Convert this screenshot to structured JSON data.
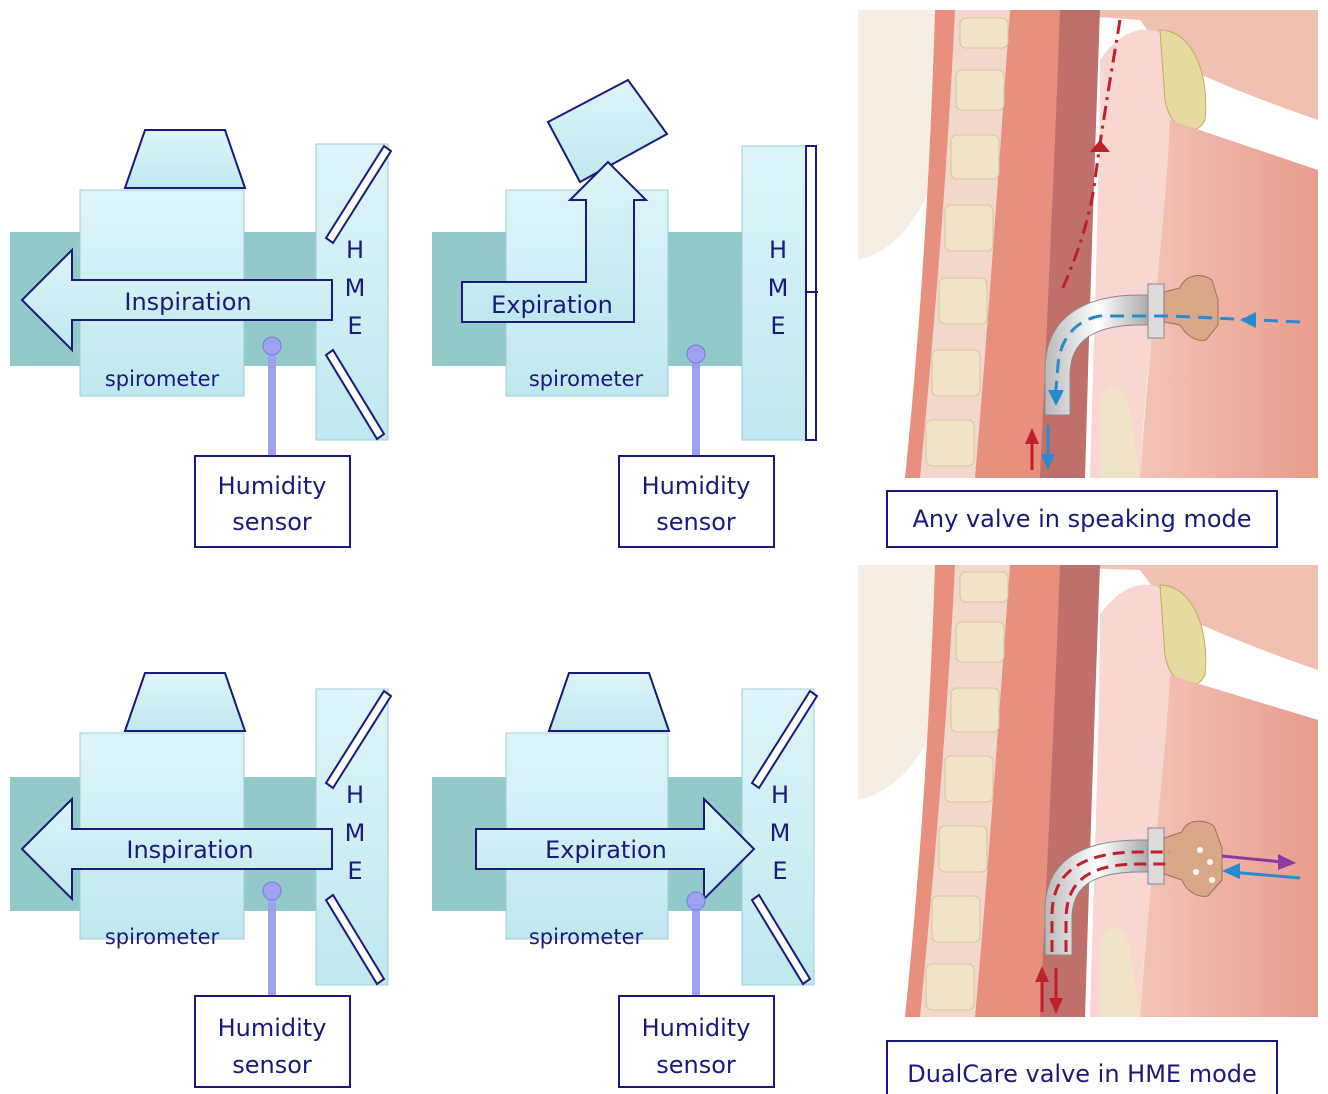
{
  "labels": {
    "spirometer": "spirometer",
    "hme_h": "H",
    "hme_m": "M",
    "hme_e": "E",
    "humidity_line1": "Humidity",
    "humidity_line2": "sensor",
    "inspiration": "Inspiration",
    "expiration": "Expiration"
  },
  "panels": {
    "top_left": {
      "arrow_label": "Inspiration",
      "valve": "open"
    },
    "top_middle": {
      "arrow_label": "Expiration",
      "valve": "closed"
    },
    "bottom_left": {
      "arrow_label": "Inspiration",
      "valve": "open"
    },
    "bottom_middle": {
      "arrow_label": "Expiration",
      "valve": "open"
    }
  },
  "captions": {
    "top": "Any valve in speaking mode",
    "bottom": "DualCare valve in HME mode"
  },
  "colors": {
    "duct": "#92c9c9",
    "box_fill": "#d2f1f6",
    "outline": "#1a1a7a",
    "sensor": "#a0a0f0",
    "tissue": "#e88a7a",
    "vertebra": "#efe3c8",
    "airflow_in": "#2a8ad0",
    "airflow_out": "#c0202a",
    "airflow_purple": "#8a3aa0"
  }
}
